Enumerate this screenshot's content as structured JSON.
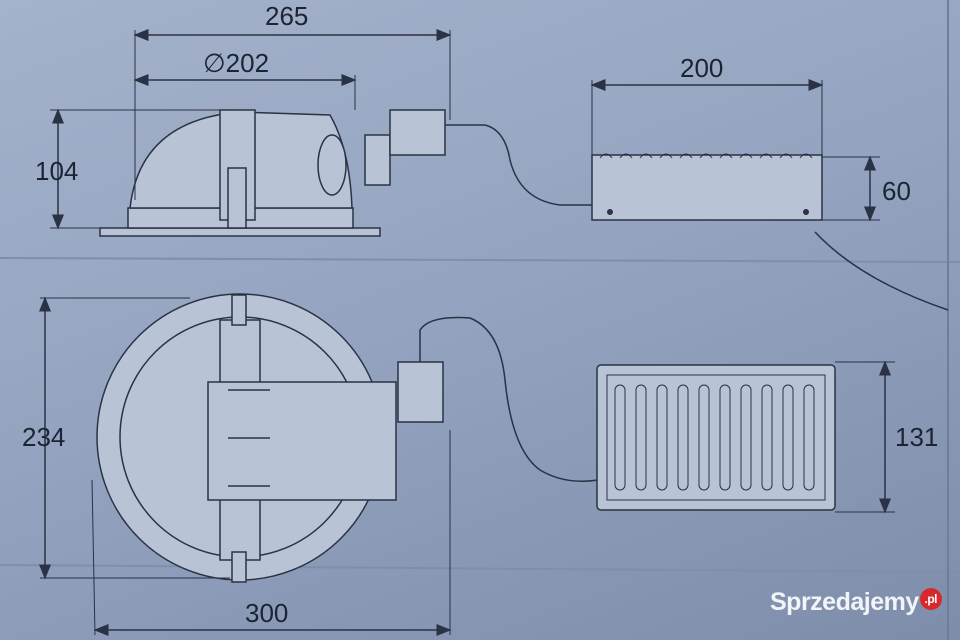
{
  "dimensions": {
    "overall_width_top": "265",
    "diameter": "∅202",
    "height_side": "104",
    "driver_length": "200",
    "driver_height": "60",
    "front_height": "234",
    "front_width": "300",
    "driver_width": "131"
  },
  "watermark": {
    "name": "Sprzedajemy",
    "suffix": ".pl",
    "accent": "#d8282e"
  }
}
